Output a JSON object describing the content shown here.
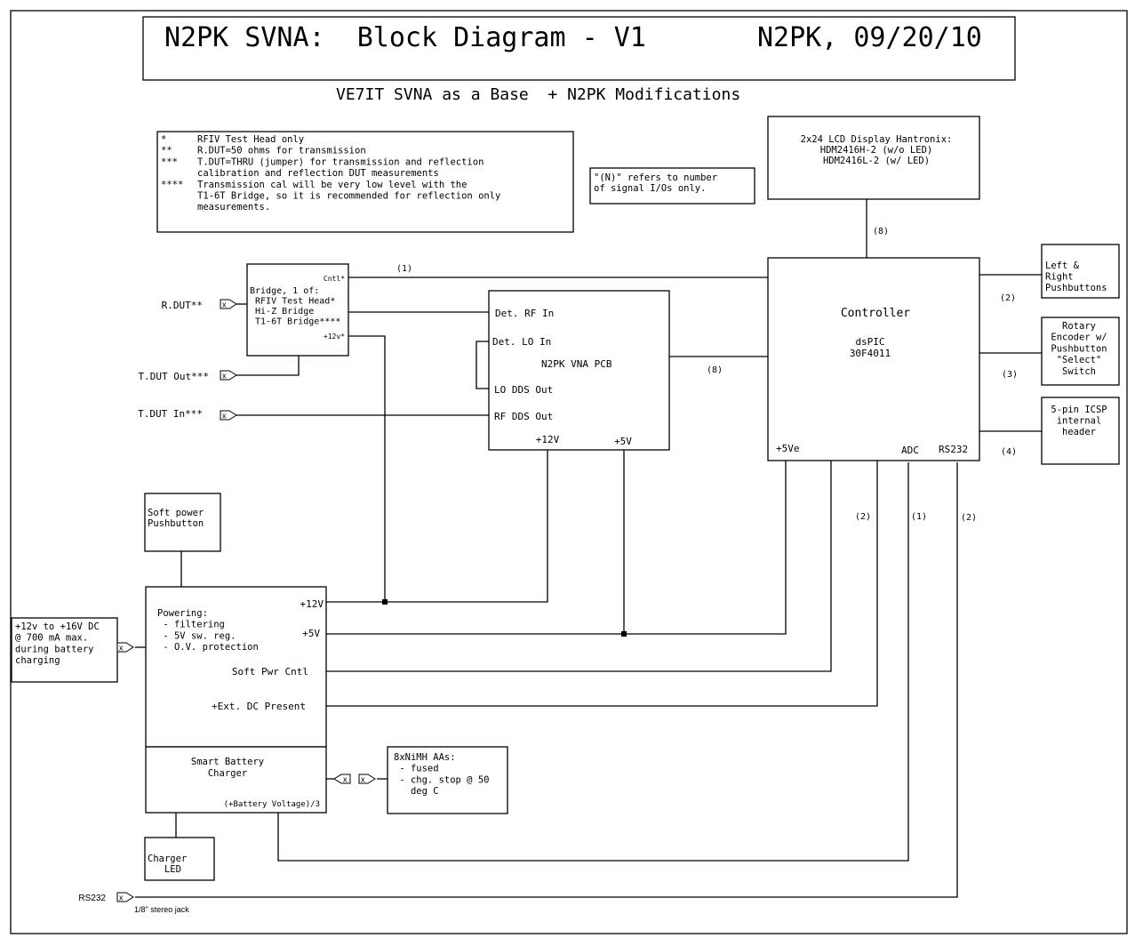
{
  "header": {
    "title": "N2PK SVNA:  Block Diagram - V1",
    "author_date": "N2PK, 09/20/10",
    "subtitle": "VE7IT SVNA as a Base  + N2PK Modifications"
  },
  "notes": {
    "footnotes": [
      {
        "mark": "*",
        "lines": [
          "RFIV Test Head only"
        ]
      },
      {
        "mark": "**",
        "lines": [
          "R.DUT=50 ohms for transmission"
        ]
      },
      {
        "mark": "***",
        "lines": [
          "T.DUT=THRU (jumper) for transmission and reflection",
          "calibration and reflection DUT measurements"
        ]
      },
      {
        "mark": "****",
        "lines": [
          "Transmission cal will be very low level with the",
          "T1-6T Bridge, so it is recommended for reflection only",
          "measurements."
        ]
      }
    ],
    "io_note": [
      "\"(N)\" refers to number",
      "of signal I/Os only."
    ]
  },
  "blocks": {
    "lcd": {
      "lines": [
        "2x24 LCD Display Hantronix:",
        "HDM2416H-2 (w/o LED)",
        "HDM2416L-2 (w/ LED)"
      ]
    },
    "bridge": {
      "lines": [
        "Bridge, 1 of:",
        " RFIV Test Head*",
        " Hi-Z Bridge",
        " T1-6T Bridge****"
      ],
      "port_cntl": "Cntl*",
      "port_12v": "+12v*"
    },
    "vna_pcb": {
      "title": "N2PK VNA PCB",
      "ports": {
        "det_rf_in": "Det. RF In",
        "det_lo_in": "Det. LO In",
        "lo_dds_out": "LO DDS Out",
        "rf_dds_out": "RF DDS Out",
        "p12v": "+12V",
        "p5v": "+5V"
      }
    },
    "controller": {
      "title": "Controller",
      "chip": [
        "dsPIC",
        "30F4011"
      ],
      "ports": {
        "p5ve": "+5Ve",
        "adc": "ADC",
        "rs232": "RS232"
      }
    },
    "pushbuttons": {
      "lines": [
        "Left &",
        "Right",
        "Pushbuttons"
      ]
    },
    "encoder": {
      "lines": [
        "Rotary",
        "Encoder w/",
        "Pushbutton",
        "\"Select\"",
        "Switch"
      ]
    },
    "icsp": {
      "lines": [
        "5-pin ICSP",
        "internal",
        "header"
      ]
    },
    "soft_power": {
      "lines": [
        "Soft power",
        "Pushbutton"
      ]
    },
    "powering": {
      "lines": [
        "Powering:",
        " - filtering",
        " - 5V sw. reg.",
        " - O.V. protection"
      ],
      "ports": {
        "p12v": "+12V",
        "p5v": "+5V",
        "soft_pwr": "Soft Pwr Cntl",
        "ext_dc": "+Ext. DC Present"
      }
    },
    "charger": {
      "lines": [
        "Smart Battery",
        "Charger"
      ],
      "port_vbat": "(+Battery Voltage)/3"
    },
    "batteries": {
      "lines": [
        "8xNiMH AAs:",
        " - fused",
        " - chg. stop @ 50",
        "   deg C"
      ]
    },
    "charger_led": {
      "lines": [
        "Charger",
        "   LED"
      ]
    },
    "dc_input": {
      "lines": [
        "+12v to +16V DC",
        "@ 700 mA max.",
        "during battery",
        "charging"
      ]
    }
  },
  "connectors": {
    "r_dut": "R.DUT**",
    "t_dut_out": "T.DUT Out***",
    "t_dut_in": "T.DUT In***",
    "rs232": "RS232",
    "rs232_note": "1/8\" stereo jack",
    "mark": "x"
  },
  "signal_counts": {
    "lcd_bus": "(8)",
    "cntl": "(1)",
    "vna_bus": "(8)",
    "pushbuttons": "(2)",
    "encoder": "(3)",
    "icsp": "(4)",
    "pwr_ctrl": "(2)",
    "adc": "(1)",
    "rs232": "(2)"
  }
}
